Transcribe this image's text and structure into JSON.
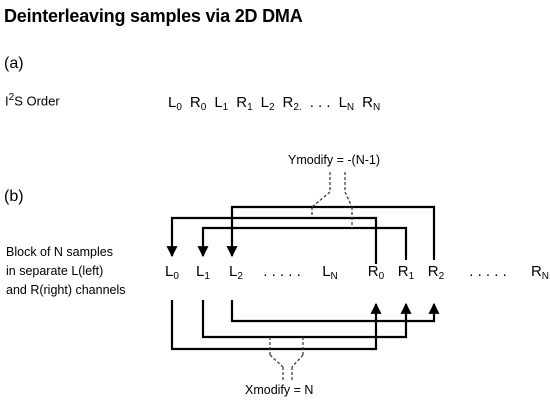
{
  "title": "Deinterleaving samples via 2D DMA",
  "part_a": {
    "label": "(a)",
    "row_label": {
      "prefix": "I",
      "sup": "2",
      "suffix": "S Order"
    },
    "sequence": [
      {
        "base": "L",
        "sub": "0"
      },
      {
        "base": "R",
        "sub": "0"
      },
      {
        "base": "L",
        "sub": "1"
      },
      {
        "base": "R",
        "sub": "1"
      },
      {
        "base": "L",
        "sub": "2"
      },
      {
        "base": "R",
        "sub": "2."
      },
      {
        "base": ". . .",
        "sub": ""
      },
      {
        "base": "L",
        "sub": "N"
      },
      {
        "base": "R",
        "sub": "N"
      }
    ]
  },
  "part_b": {
    "label": "(b)",
    "block_label": [
      "Block of N samples",
      "in separate L(left)",
      "and R(right) channels"
    ],
    "left_samples": [
      {
        "base": "L",
        "sub": "0"
      },
      {
        "base": "L",
        "sub": "1"
      },
      {
        "base": "L",
        "sub": "2"
      },
      {
        "base": ". . . . .",
        "sub": ""
      },
      {
        "base": "L",
        "sub": "N"
      }
    ],
    "right_samples": [
      {
        "base": "R",
        "sub": "0"
      },
      {
        "base": "R",
        "sub": "1"
      },
      {
        "base": "R",
        "sub": "2"
      },
      {
        "base": ". . . . .",
        "sub": ""
      },
      {
        "base": "R",
        "sub": "N"
      }
    ],
    "ymodify_label": "Ymodify = -(N-1)",
    "xmodify_label": "Xmodify = N"
  }
}
